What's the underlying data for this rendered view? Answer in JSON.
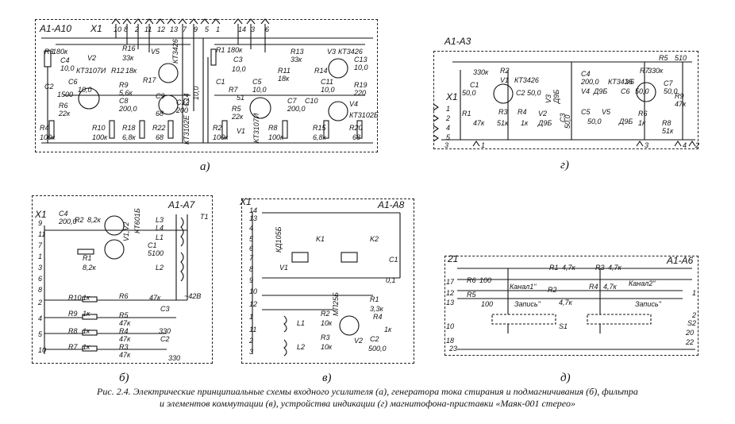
{
  "panels": {
    "a": {
      "header": "A1-A10",
      "connector": "X1",
      "pins": [
        "10",
        "8",
        "2",
        "11",
        "12",
        "13",
        "7",
        "9",
        "5",
        "1",
        "14",
        "3",
        "6"
      ],
      "components": [
        "R3",
        "180к",
        "C4",
        "10,0",
        "V2",
        "КТ3107И",
        "R16",
        "33к",
        "V5",
        "КТ3426",
        "C6",
        "10,0",
        "R12",
        "18к",
        "R17",
        "C2",
        "1500",
        "R9",
        "5,6к",
        "R6",
        "22к",
        "C8",
        "200,0",
        "C9",
        "68",
        "C12",
        "200",
        "R4",
        "100к",
        "R10",
        "100к",
        "R18",
        "6,8к",
        "R22",
        "68",
        "КТ3102Е",
        "C14",
        "10,0",
        "R1",
        "180к",
        "C3",
        "10,0",
        "C1",
        "R7",
        "51",
        "C5",
        "10,0",
        "R2",
        "100к",
        "R5",
        "22к",
        "V1",
        "КТ3107И",
        "R8",
        "100к",
        "R13",
        "33к",
        "R11",
        "18к",
        "C7",
        "200,0",
        "R14",
        "V3",
        "КТ3426",
        "C13",
        "10,0",
        "C11",
        "10,0",
        "R19",
        "220",
        "V4",
        "КТ3102Е",
        "R15",
        "6,8к",
        "R20",
        "68",
        "C10"
      ],
      "sublabel": "а)"
    },
    "g": {
      "header": "A1-A3",
      "connector": "X1",
      "pins": [
        "1",
        "2",
        "4",
        "5",
        "3",
        "1",
        "3",
        "4",
        "2"
      ],
      "components": [
        "330к",
        "R2",
        "V1",
        "КТ3426",
        "C1",
        "50,0",
        "R1",
        "47к",
        "C2",
        "50,0",
        "V3",
        "Д9Б",
        "R3",
        "51к",
        "R4",
        "1к",
        "V2",
        "Д9Б",
        "C3",
        "50,0",
        "C4",
        "200,0",
        "V6",
        "КТ3426",
        "R5",
        "510",
        "C7",
        "50,0",
        "R7",
        "330к",
        "V4",
        "Д9Б",
        "C6",
        "50,0",
        "R9",
        "47к",
        "C5",
        "50,0",
        "V5",
        "Д9Б",
        "R6",
        "1к",
        "R8",
        "51к"
      ],
      "sublabel": "г)"
    },
    "b": {
      "header": "A1-A7",
      "connector": "X1",
      "pins": [
        "9",
        "11",
        "7",
        "1",
        "3",
        "6",
        "8",
        "2",
        "4",
        "5",
        "10"
      ],
      "components": [
        "C4",
        "200,0",
        "R2",
        "8,2к",
        "V1,V2",
        "КТ601Б",
        "T1",
        "L3",
        "L4",
        "R1",
        "8,2к",
        "C1",
        "5100",
        "L1",
        "L2",
        "R10",
        "1к",
        "R6",
        "47к",
        "C3",
        "330",
        "R9",
        "1к",
        "R5",
        "47к",
        "R8",
        "1к",
        "R4",
        "47к",
        "R7",
        "1к",
        "R3",
        "47к",
        "C2",
        "330",
        "~42В"
      ],
      "sublabel": "б)"
    },
    "v": {
      "header": "A1-A8",
      "connector": "X1",
      "pins": [
        "14",
        "13",
        "4",
        "5",
        "6",
        "7",
        "8",
        "9",
        "10",
        "12",
        "1",
        "11",
        "2",
        "3"
      ],
      "components": [
        "V1",
        "КД105Б",
        "K1",
        "K2",
        "C1",
        "0,1",
        "R1",
        "3,3к",
        "L1",
        "R2",
        "10к",
        "V2",
        "МП25Б",
        "R4",
        "1к",
        "L2",
        "R3",
        "10к",
        "C2",
        "500,0"
      ],
      "sublabel": "в)"
    },
    "d": {
      "header": "A1-A6",
      "connector": "21",
      "pins": [
        "17",
        "12",
        "13",
        "10",
        "18",
        "23",
        "22",
        "20",
        "1",
        "2"
      ],
      "components": [
        "R1",
        "4,7к",
        "R3",
        "4,7к",
        "R6",
        "100",
        "R5",
        "100",
        "R2",
        "4,7к",
        "R4",
        "4,7к",
        "S1",
        "S2"
      ],
      "channel_1": "Канал1\"",
      "channel_2": "Канал2\"",
      "record_1": "Запись\"",
      "record_2": "Запись\"",
      "sublabel": "д)"
    }
  },
  "caption": {
    "line1": "Рис. 2.4. Электрические принципиальные схемы входного усилителя (а), генератора тока стирания и подмагничивания (б), фильтра",
    "line2": "и элементов коммутации (в), устройства индикации (г) магнитофона-приставки «Маяк-001 стерео»"
  }
}
